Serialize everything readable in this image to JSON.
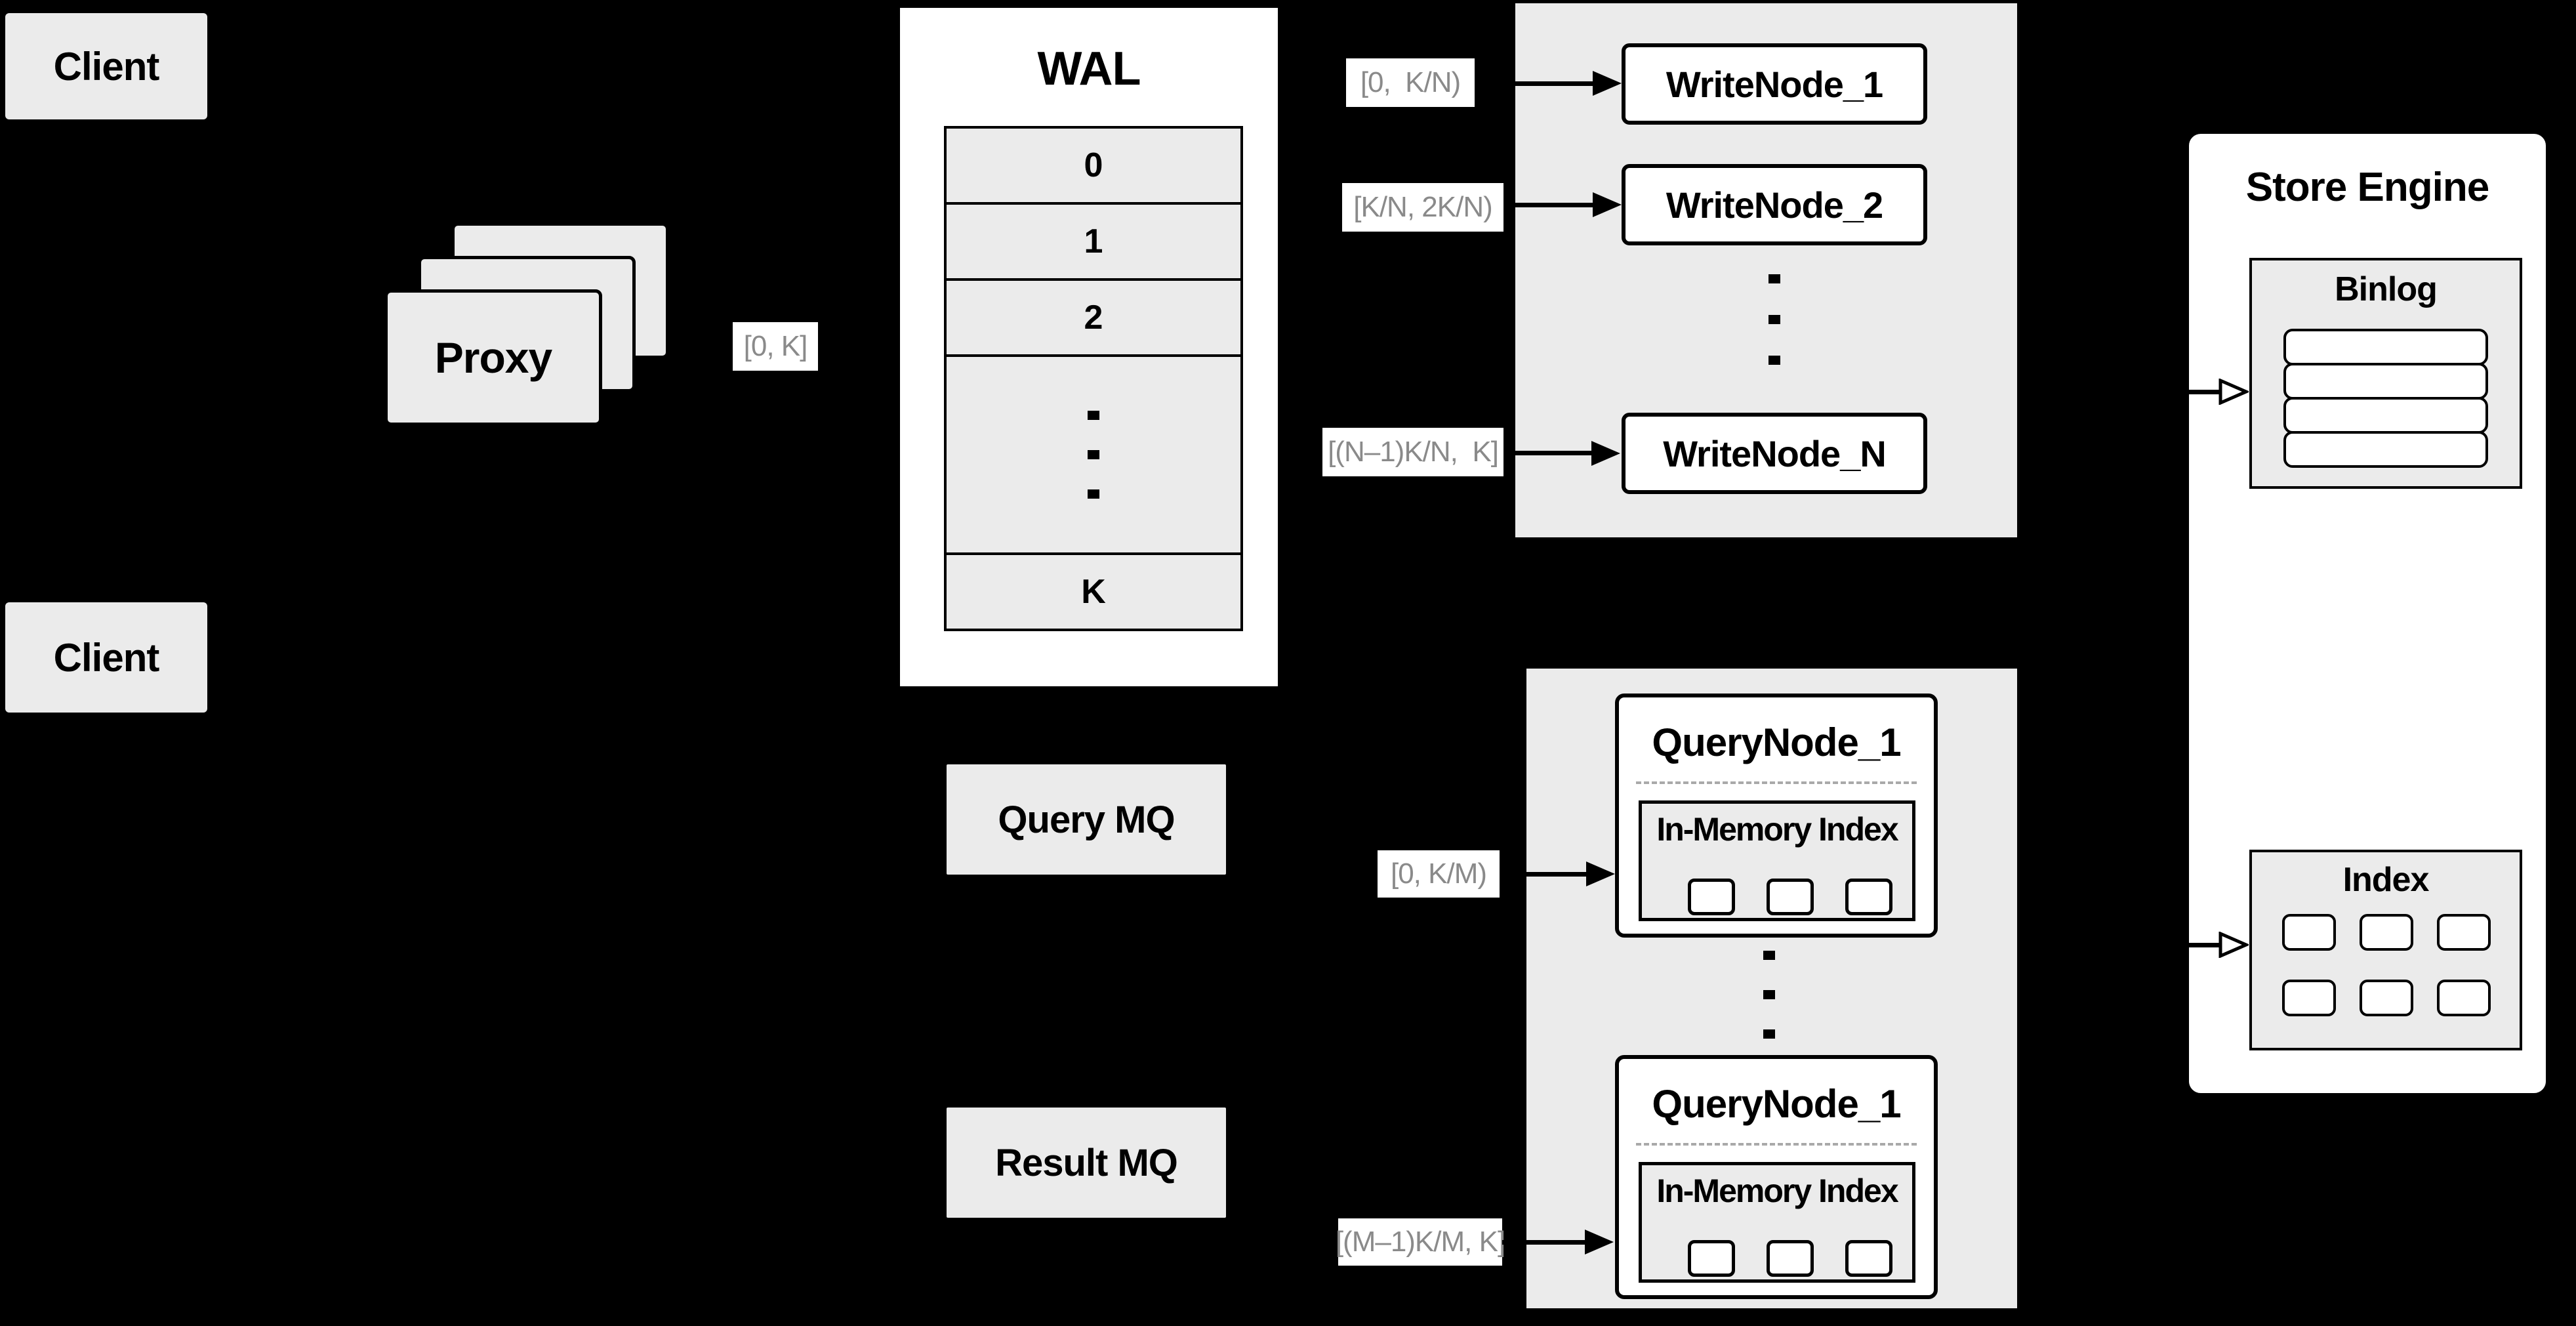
{
  "clients": {
    "top_label": "Client",
    "bottom_label": "Client"
  },
  "proxy": {
    "label": "Proxy",
    "range_label": "[0, K]"
  },
  "wal": {
    "title": "WAL",
    "segments": [
      "0",
      "1",
      "2"
    ],
    "last_segment": "K"
  },
  "write_group": {
    "node1": "WriteNode_1",
    "node2": "WriteNode_2",
    "nodeN": "WriteNode_N",
    "range1": "[0,  K/N)",
    "range2": "[K/N, 2K/N)",
    "rangeN": "[(N–1)K/N,  K]"
  },
  "store_engine": {
    "title": "Store Engine",
    "binlog_title": "Binlog",
    "index_title": "Index"
  },
  "mq": {
    "query_label": "Query MQ",
    "result_label": "Result MQ"
  },
  "query_group": {
    "node1_title": "QueryNode_1",
    "node2_title": "QueryNode_1",
    "in_memory1": "In-Memory Index",
    "in_memory2": "In-Memory Index",
    "range1": "[0, K/M)",
    "range2": "[(M–1)K/M, K]"
  },
  "colors": {
    "background": "#000000",
    "panel_gray": "#ebebeb",
    "box_white": "#ffffff",
    "line_black": "#000000",
    "range_text_gray": "#8a8a8a"
  }
}
